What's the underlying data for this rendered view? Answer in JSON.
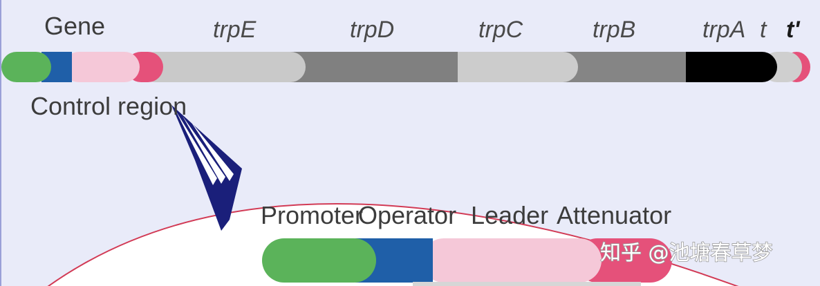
{
  "labels": {
    "gene": "Gene",
    "control_region": "Control region",
    "promoter": "Promoter",
    "operator": "Operator",
    "leader": "Leader",
    "attenuator": "Attenuator"
  },
  "genes": [
    "trpE",
    "trpD",
    "trpC",
    "trpB",
    "trpA",
    "t",
    "t'"
  ],
  "watermark": "知乎 @池塘春草梦",
  "colors": {
    "promoter": "#5bb35a",
    "operator": "#1f5fa8",
    "leader": "#f5c8d8",
    "attenuator": "#e5517a",
    "trpE": "#c9c9c9",
    "trpD": "#808080",
    "trpC": "#cccccc",
    "trpB": "#858585",
    "trpA": "#000000",
    "t": "#cfcfcf",
    "t_prime": "#e5517a",
    "background": "#e9ebf9",
    "bubble_border": "#d23a55",
    "arrow": "#1a1f7a"
  }
}
